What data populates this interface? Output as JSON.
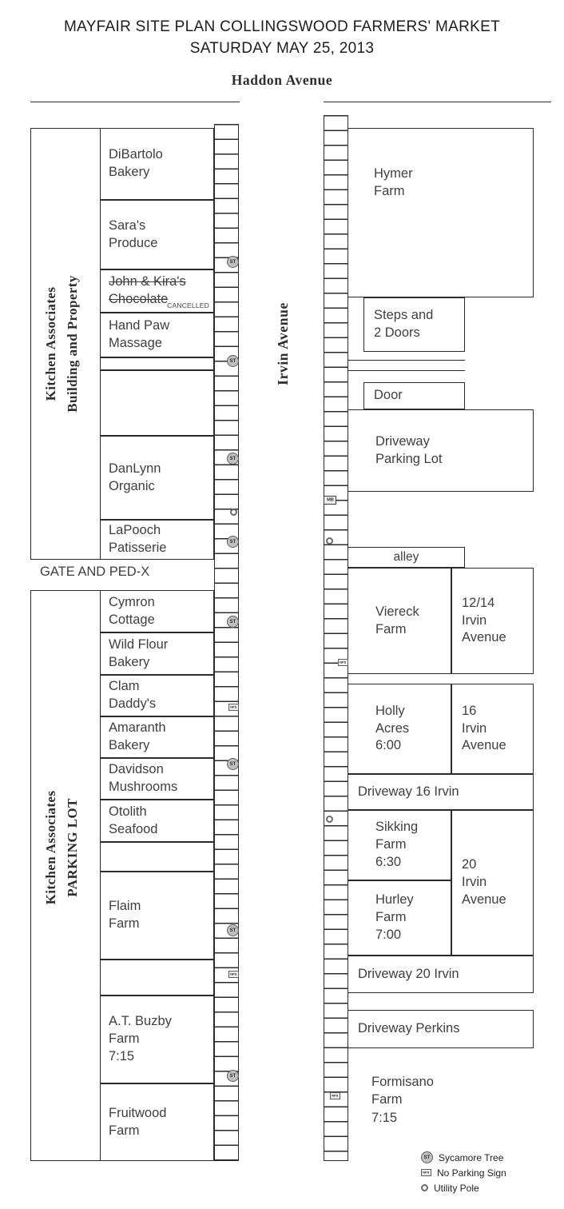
{
  "title": {
    "line1": "MAYFAIR SITE PLAN COLLINGSWOOD FARMERS' MARKET",
    "line2": "SATURDAY MAY 25, 2013"
  },
  "streets": {
    "haddon": "Haddon Avenue",
    "irvin": "Irvin Avenue"
  },
  "left_building": {
    "label": "Kitchen Associates\nBuilding and Property",
    "stalls": [
      {
        "name": "DiBartolo\nBakery"
      },
      {
        "name": "Sara's\nProduce"
      },
      {
        "name": "John & Kira's\nChocolate",
        "status": "CANCELLED"
      },
      {
        "name": "Hand Paw\nMassage"
      },
      {
        "name": "DanLynn\nOrganic"
      },
      {
        "name": "LaPooch\nPatisserie"
      }
    ]
  },
  "gate": {
    "label": "GATE AND PED-X"
  },
  "left_parking": {
    "label": "Kitchen Associates\nPARKING LOT",
    "stalls": [
      {
        "name": "Cymron\nCottage"
      },
      {
        "name": "Wild Flour\nBakery"
      },
      {
        "name": "Clam\nDaddy's"
      },
      {
        "name": "Amaranth\nBakery"
      },
      {
        "name": "Davidson\nMushrooms"
      },
      {
        "name": "Otolith\nSeafood"
      },
      {
        "name": "Flaim\nFarm"
      },
      {
        "name": "A.T. Buzby\nFarm\n7:15"
      },
      {
        "name": "Fruitwood\nFarm"
      }
    ]
  },
  "right_side": {
    "hymer": "Hymer\nFarm",
    "steps": "Steps and\n2 Doors",
    "door": "Door",
    "driveway_parking": "Driveway\nParking Lot",
    "alley": "alley",
    "viereck": "Viereck\nFarm",
    "addr_12_14": "12/14\nIrvin\nAvenue",
    "holly": "Holly\nAcres\n6:00",
    "addr_16": "16\nIrvin\nAvenue",
    "driveway_16": "Driveway 16 Irvin",
    "sikking": "Sikking\nFarm\n6:30",
    "addr_20": "20\nIrvin\nAvenue",
    "hurley": "Hurley\nFarm\n7:00",
    "driveway_20": "Driveway 20 Irvin",
    "driveway_perkins": "Driveway Perkins",
    "formisano": "Formisano\nFarm\n7:15"
  },
  "icons": {
    "sycamore": "ST",
    "no_parking": "NPS",
    "mailbox": "MB"
  },
  "legend": {
    "sycamore": "Sycamore Tree",
    "no_parking": "No Parking Sign",
    "utility": "Utility Pole"
  }
}
